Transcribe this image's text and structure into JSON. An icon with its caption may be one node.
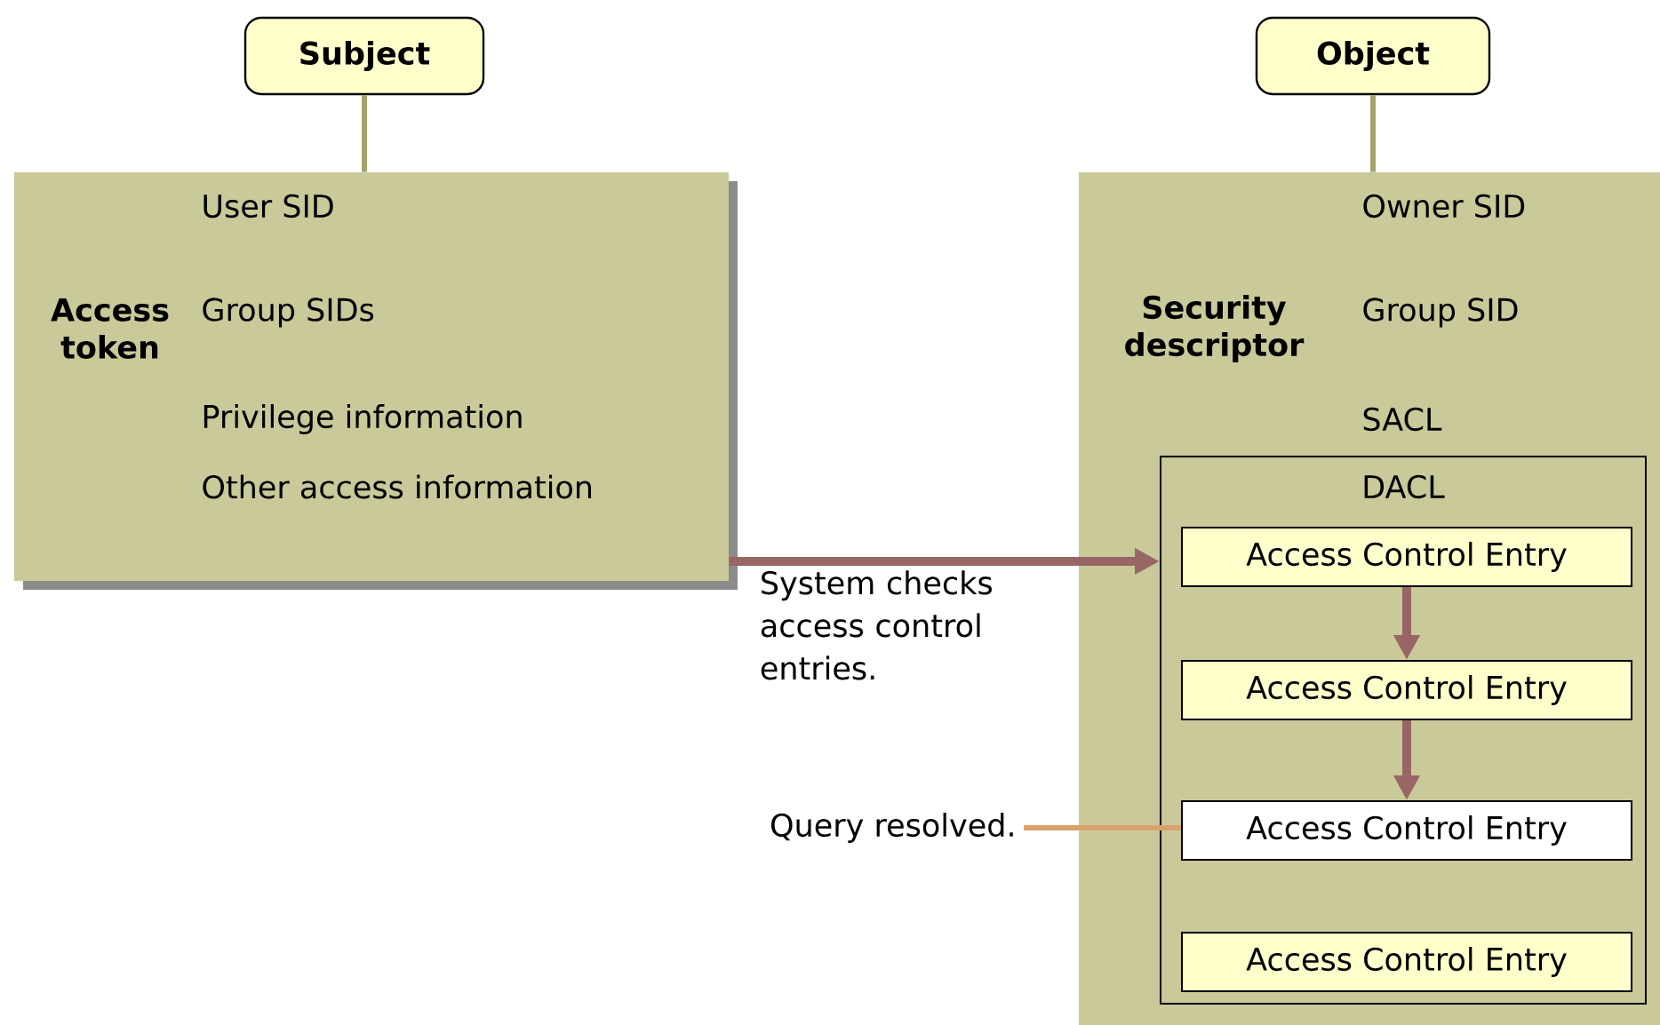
{
  "diagram": {
    "nodes": [
      {
        "text": [
          "Subject"
        ]
      },
      {
        "text": [
          "Access token",
          "User SID",
          "Group SIDs",
          "Privilege information",
          "Other access information"
        ]
      },
      {
        "text": [
          "Object"
        ]
      },
      {
        "text": [
          "Security descriptor",
          "Owner SID",
          "Group SID",
          "SACL"
        ]
      },
      {
        "text": [
          "DACL"
        ],
        "in": 3
      },
      {
        "text": [
          "Access Control Entry"
        ],
        "in": 4
      },
      {
        "text": [
          "Access Control Entry"
        ],
        "in": 4
      },
      {
        "text": [
          "Access Control Entry"
        ],
        "in": 4
      },
      {
        "text": [
          "Access Control Entry"
        ],
        "in": 4
      },
      {
        "text": [
          "Query resolved."
        ]
      }
    ],
    "edges": [
      {
        "from": 0,
        "to": 1,
        "arrow": "none",
        "color": "#a3a36b"
      },
      {
        "from": 2,
        "to": 3,
        "arrow": "none",
        "color": "#a3a36b"
      },
      {
        "from": 1,
        "to": 4,
        "arrow": "to",
        "label": "System checks access control entries."
      },
      {
        "from": 5,
        "to": 6,
        "arrow": "to"
      },
      {
        "from": 6,
        "to": 7,
        "arrow": "to"
      },
      {
        "from": 9,
        "to": 7,
        "arrow": "none",
        "color": "#d9a36e"
      }
    ]
  }
}
